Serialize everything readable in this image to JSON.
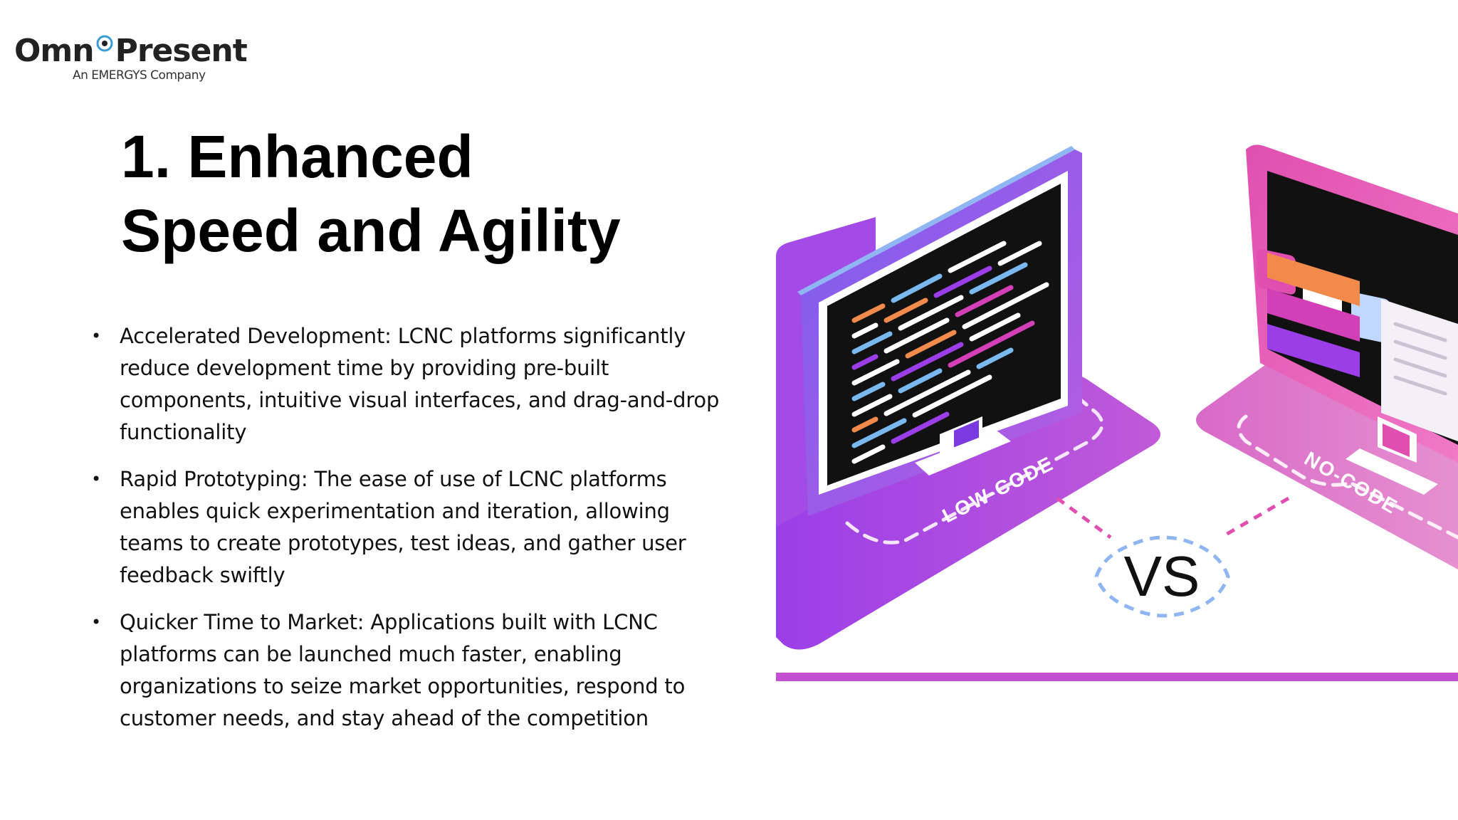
{
  "logo": {
    "name_left": "Omn",
    "name_right": "Present",
    "tagline": "An EMERGYS Company"
  },
  "title": {
    "line1": "1. Enhanced",
    "line2": "Speed and Agility"
  },
  "bullets": [
    {
      "text": "Accelerated Development: LCNC platforms significantly reduce development time by providing pre-built components, intuitive visual interfaces, and drag-and-drop functionality"
    },
    {
      "text": "Rapid Prototyping: The ease of use of LCNC platforms enables quick experimentation and iteration, allowing teams to create prototypes, test ideas, and gather user feedback swiftly"
    },
    {
      "text": "Quicker Time to Market: Applications built with LCNC platforms can be launched much faster, enabling organizations to seize market opportunities, respond to customer needs, and stay ahead of the competition"
    }
  ],
  "illustration": {
    "left_label": "LOW-CODE",
    "right_label": "NO-CODE",
    "center_label": "VS"
  },
  "colors": {
    "purple": "#9b3ee8",
    "magenta": "#d23fb6",
    "pink": "#e77ac4",
    "orange": "#f28a4c",
    "blue": "#7ab8f0",
    "screen": "#111111"
  }
}
